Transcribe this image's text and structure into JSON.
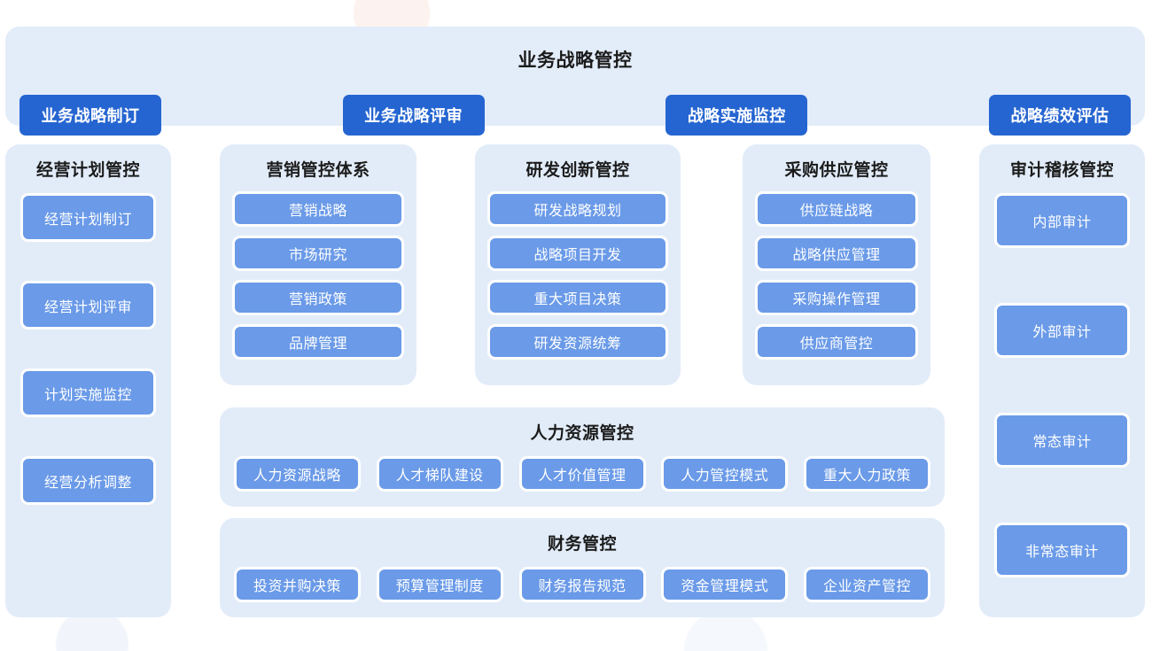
{
  "banner": {
    "title": "业务战略管控",
    "buttons": [
      {
        "label": "业务战略制订"
      },
      {
        "label": "业务战略评审"
      },
      {
        "label": "战略实施监控"
      },
      {
        "label": "战略绩效评估"
      }
    ]
  },
  "columns": {
    "business_plan": {
      "title": "经营计划管控",
      "items": [
        {
          "label": "经营计划制订"
        },
        {
          "label": "经营计划评审"
        },
        {
          "label": "计划实施监控"
        },
        {
          "label": "经营分析调整"
        }
      ]
    },
    "marketing": {
      "title": "营销管控体系",
      "items": [
        {
          "label": "营销战略"
        },
        {
          "label": "市场研究"
        },
        {
          "label": "营销政策"
        },
        {
          "label": "品牌管理"
        }
      ]
    },
    "rd": {
      "title": "研发创新管控",
      "items": [
        {
          "label": "研发战略规划"
        },
        {
          "label": "战略项目开发"
        },
        {
          "label": "重大项目决策"
        },
        {
          "label": "研发资源统筹"
        }
      ]
    },
    "procurement": {
      "title": "采购供应管控",
      "items": [
        {
          "label": "供应链战略"
        },
        {
          "label": "战略供应管理"
        },
        {
          "label": "采购操作管理"
        },
        {
          "label": "供应商管控"
        }
      ]
    },
    "audit": {
      "title": "审计稽核管控",
      "items": [
        {
          "label": "内部审计"
        },
        {
          "label": "外部审计"
        },
        {
          "label": "常态审计"
        },
        {
          "label": "非常态审计"
        }
      ]
    }
  },
  "rows": {
    "hr": {
      "title": "人力资源管控",
      "items": [
        {
          "label": "人力资源战略"
        },
        {
          "label": "人才梯队建设"
        },
        {
          "label": "人才价值管理"
        },
        {
          "label": "人力管控模式"
        },
        {
          "label": "重大人力政策"
        }
      ]
    },
    "finance": {
      "title": "财务管控",
      "items": [
        {
          "label": "投资并购决策"
        },
        {
          "label": "预算管理制度"
        },
        {
          "label": "财务报告规范"
        },
        {
          "label": "资金管理模式"
        },
        {
          "label": "企业资产管控"
        }
      ]
    }
  },
  "colors": {
    "panel_background": "#e2ecf9",
    "banner_button": "#2565d1",
    "card": "#6a9ae8",
    "card_border": "#ffffff",
    "title_text": "#1b1b1b",
    "card_text": "#ffffff",
    "page_background": "#ffffff"
  }
}
